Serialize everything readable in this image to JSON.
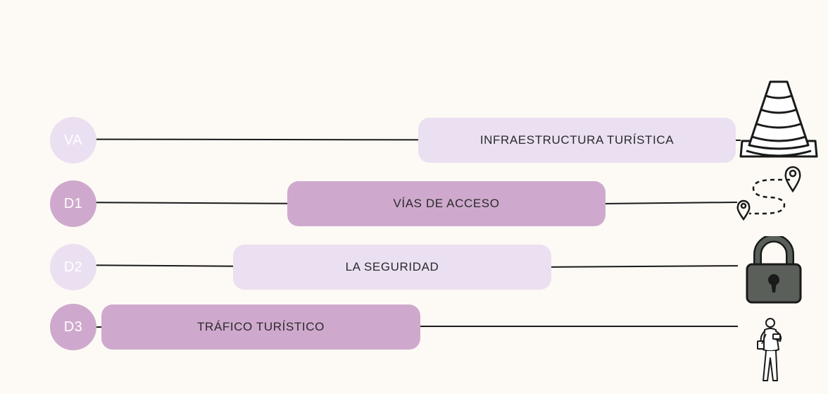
{
  "rows": [
    {
      "code": "VA",
      "label": "INFRAESTRUCTURA TURÍSTICA",
      "icon": "traffic-cone-icon"
    },
    {
      "code": "D1",
      "label": "VÍAS DE ACCESO",
      "icon": "route-icon"
    },
    {
      "code": "D2",
      "label": "LA SEGURIDAD",
      "icon": "padlock-icon"
    },
    {
      "code": "D3",
      "label": "TRÁFICO TURÍSTICO",
      "icon": "tourist-icon"
    }
  ],
  "colors": {
    "background": "#fdfaf5",
    "light_purple": "#ebe0f1",
    "dark_purple": "#cfa9cd",
    "line": "#1a1a1a",
    "lock_body": "#5b5f5a"
  }
}
